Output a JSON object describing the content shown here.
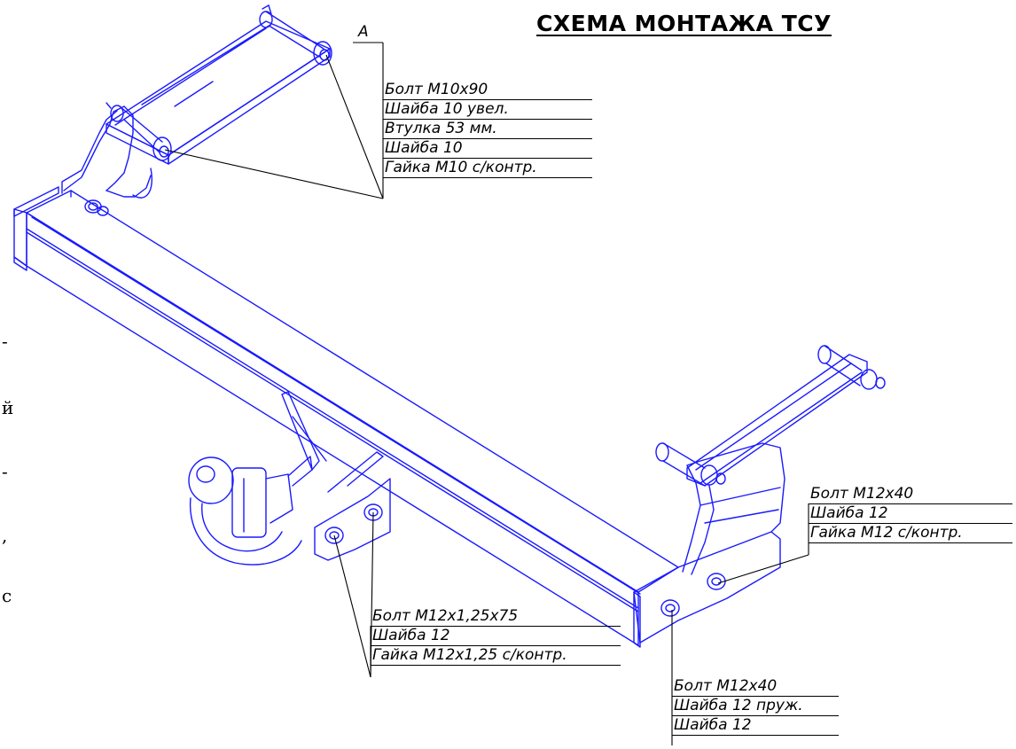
{
  "title": "СХЕМА МОНТАЖА ТСУ",
  "view_label": "A",
  "callouts": {
    "top": [
      "Болт М10х90",
      "Шайба 10 увел.",
      "Втулка 53 мм.",
      "Шайба 10",
      "Гайка М10 с/контр."
    ],
    "right_mid": [
      "Болт М12х40",
      "Шайба 12",
      "Гайка М12 с/контр."
    ],
    "bottom_left": [
      "Болт М12х1,25х75",
      "Шайба 12",
      "Гайка М12х1,25 с/контр."
    ],
    "bottom_right": [
      "Болт М12х40",
      "Шайба 12 пруж.",
      "Шайба 12"
    ]
  },
  "left_edge_fragments": [
    "-",
    "й",
    "-",
    ",",
    "с"
  ],
  "colors": {
    "drawing": "#1a1aff",
    "leader": "#000000",
    "text": "#000000"
  }
}
